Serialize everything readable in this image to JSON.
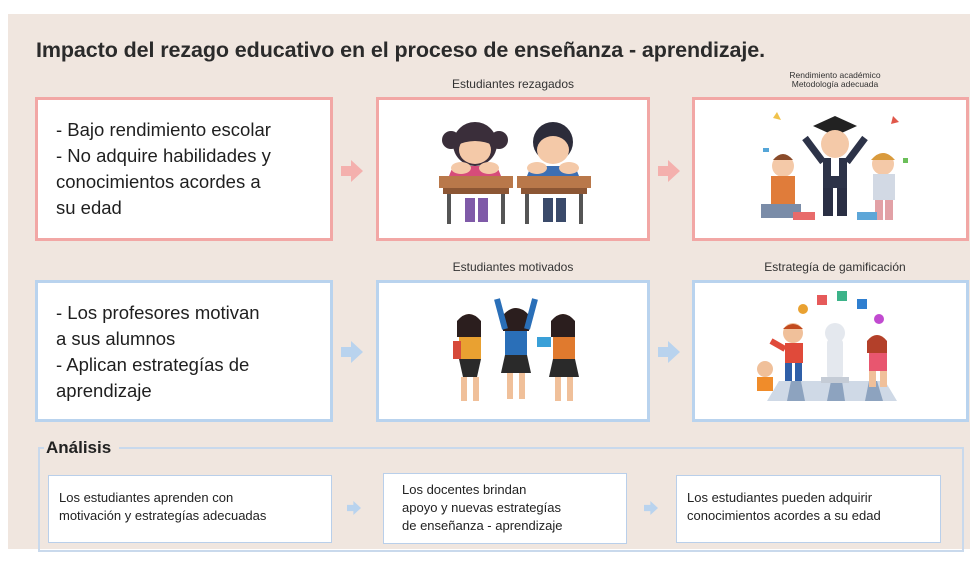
{
  "title": "Impacto del rezago educativo en el proceso de enseñanza - aprendizaje.",
  "colors": {
    "background_panel": "#f0e6df",
    "red_border": "#f2a7a5",
    "blue_border": "#b9d3ee",
    "red_arrow": "#f4b0ad",
    "blue_arrow": "#b9d3ee"
  },
  "row1": {
    "captions": [
      "",
      "Estudiantes rezagados",
      [
        "Rendimiento académico",
        "Metodología adecuada"
      ]
    ],
    "text_lines": [
      "- Bajo rendimiento escolar",
      "- No adquire habilidades y",
      "conocimientos acordes a",
      "su edad"
    ],
    "icons": [
      "sad-students-illustration",
      "graduation-celebration-illustration"
    ]
  },
  "row2": {
    "captions": [
      "",
      "Estudiantes motivados",
      "Estrategía de gamificación"
    ],
    "text_lines": [
      "- Los profesores motivan",
      "a sus alumnos",
      "- Aplican estrategías de",
      "aprendizaje"
    ],
    "icons": [
      "happy-students-illustration",
      "gamification-chess-illustration"
    ]
  },
  "analysis": {
    "heading": "Análisis",
    "boxes": [
      [
        "Los estudiantes aprenden con",
        "motivación y estrategías adecuadas"
      ],
      [
        "Los docentes brindan",
        "apoyo y nuevas estrategías",
        "de enseñanza - aprendizaje"
      ],
      [
        "Los estudiantes pueden adquirir",
        "conocimientos acordes a su edad"
      ]
    ]
  }
}
